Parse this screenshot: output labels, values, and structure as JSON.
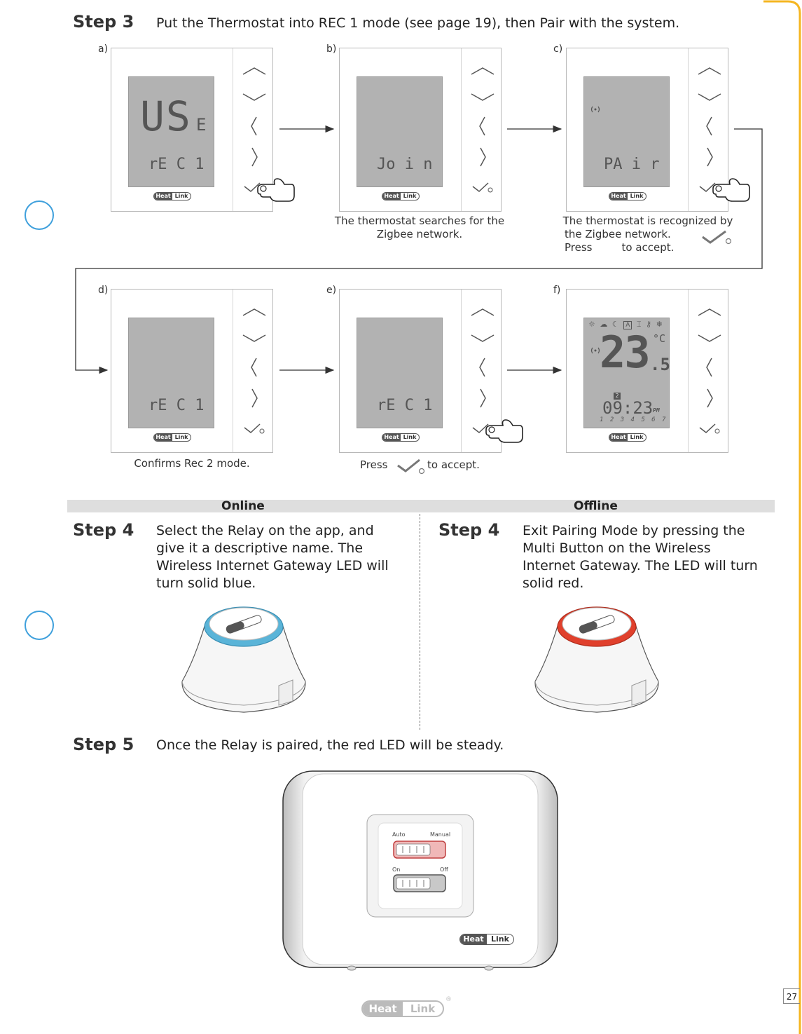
{
  "page": {
    "number": "27",
    "accent_color": "#f5b620",
    "hole_color": "#3fa0dc"
  },
  "step3": {
    "label": "Step 3",
    "text": "Put the Thermostat into REC 1 mode (see page 19), then Pair with the system."
  },
  "brand": {
    "part1": "Heat",
    "part2": "Link"
  },
  "panels": {
    "a": {
      "label": "a)",
      "big": "US",
      "small": "E",
      "line": "rE C 1"
    },
    "b": {
      "label": "b)",
      "line": "Jo i n",
      "caption": "The thermostat searches for the Zigbee network."
    },
    "c": {
      "label": "c)",
      "line": "PA i r",
      "caption_1": "The thermostat is recognized by",
      "caption_2": "the Zigbee network. Press",
      "caption_3": "to accept."
    },
    "d": {
      "label": "d)",
      "line": "rE C 1",
      "caption": "Confirms Rec 2 mode."
    },
    "e": {
      "label": "e)",
      "line": "rE C 1",
      "caption_1": "Press",
      "caption_2": "to accept."
    },
    "f": {
      "label": "f)",
      "temp": "23",
      "decimal": ".5",
      "unit": "°C",
      "time": "09:23",
      "ampm": "PM",
      "days": "1 2 3 4 5 6 7",
      "slot": "2",
      "mode": "A"
    }
  },
  "columns": {
    "online": "Online",
    "offline": "Offline"
  },
  "step4_online": {
    "label": "Step 4",
    "text": "Select the Relay on the app, and give it a descriptive name. The Wireless Internet Gateway LED will turn solid blue.",
    "led_color": "#5ab4d8"
  },
  "step4_offline": {
    "label": "Step 4",
    "text": "Exit Pairing Mode by pressing the Multi Button on the Wireless Internet Gateway. The LED will turn solid red.",
    "led_color": "#e0402c"
  },
  "step5": {
    "label": "Step 5",
    "text": "Once the Relay is paired, the red LED will be steady.",
    "switch1_left": "Auto",
    "switch1_right": "Manual",
    "switch2_left": "On",
    "switch2_right": "Off"
  }
}
